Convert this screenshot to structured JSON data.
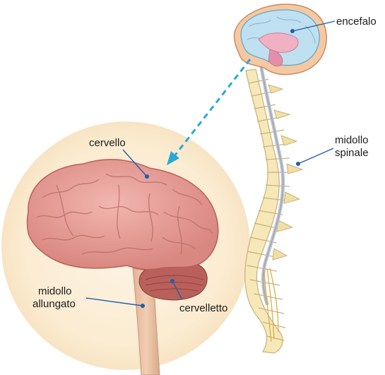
{
  "labels": {
    "encefalo": "encefalo",
    "midollo_spinale_1": "midollo",
    "midollo_spinale_2": "spinale",
    "cervello": "cervello",
    "midollo_allungato_1": "midollo",
    "midollo_allungato_2": "allungato",
    "cervelletto": "cervelletto"
  },
  "colors": {
    "leader_line": "#1f5fa8",
    "dashed_arrow": "#29a8d8",
    "halo": "#fbefd9",
    "brain": "#e89c96",
    "cerebellum": "#b9605c",
    "bone": "#f6e8b8",
    "spinal_cord": "#9fd1e6"
  }
}
